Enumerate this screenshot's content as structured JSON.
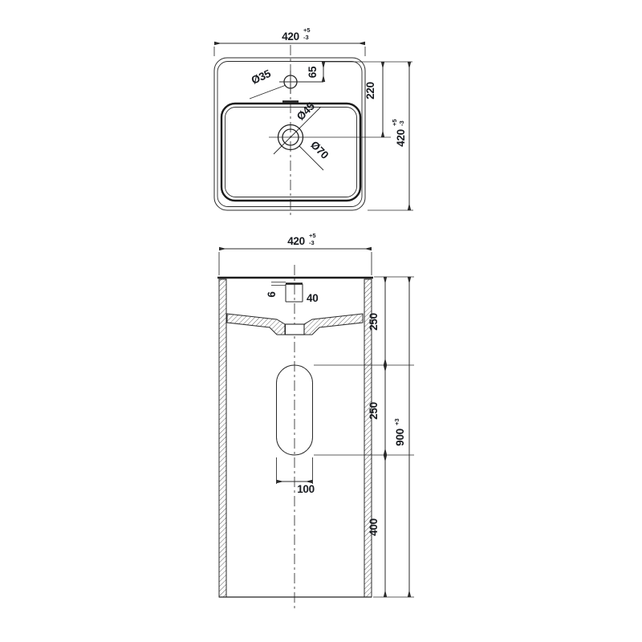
{
  "top_view": {
    "width": {
      "value": "420",
      "tol_up": "+5",
      "tol_down": "-3"
    },
    "depth": {
      "value": "420",
      "tol_up": "+5",
      "tol_down": "-3"
    },
    "faucet_hole_dia": "Ø35",
    "faucet_hole_offset": "65",
    "drain_offset": "220",
    "drain_inner_dia": "Ø45",
    "drain_outer_dia": "Ø70"
  },
  "front_view": {
    "width": {
      "value": "420",
      "tol_up": "+5",
      "tol_down": "-3"
    },
    "height": {
      "value": "900",
      "tol_up": "+3"
    },
    "rim_to_cutout": "250",
    "cutout_height": "250",
    "cutout_width": "100",
    "cutout_to_base": "400",
    "tap_hole_width": "40",
    "tap_hole_depth": "6"
  },
  "colors": {
    "line": "#2a2a2a",
    "text": "#171a1f",
    "background": "#ffffff"
  }
}
